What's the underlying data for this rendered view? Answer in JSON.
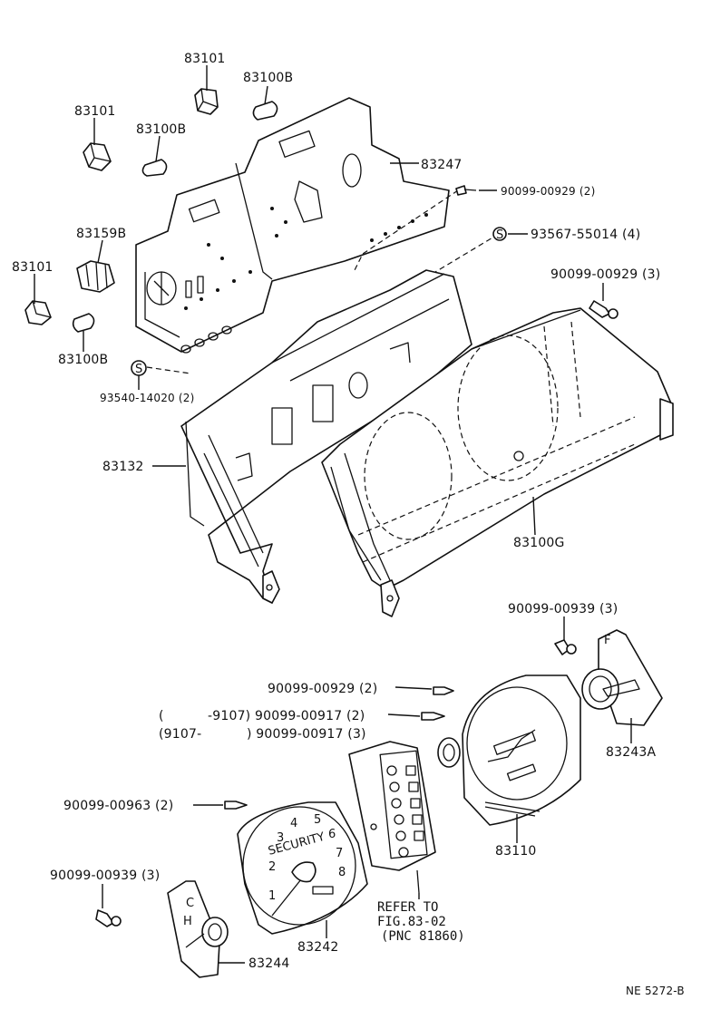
{
  "diagram": {
    "code": "NE 5272-B",
    "parts": {
      "p83101_a": "83101",
      "p83100b_a": "83100B",
      "p83101_b": "83101",
      "p83100b_b": "83100B",
      "p83247": "83247",
      "p90099_00929_2_top": "90099-00929 (2)",
      "p93567": "93567-55014 (4)",
      "p83159b": "83159B",
      "p83101_c": "83101",
      "p90099_00929_3": "90099-00929 (3)",
      "p83100b_c": "83100B",
      "p93540": "93540-14020 (2)",
      "p83132": "83132",
      "p83100g": "83100G",
      "p90099_00939_3_right": "90099-00939 (3)",
      "p90099_00929_2_mid": "90099-00929 (2)",
      "p_range1_paren_open": "(",
      "p_range1": "-9107) 90099-00917 (2)",
      "p_range2_start": "(9107-",
      "p_range2": ") 90099-00917 (3)",
      "p83243a": "83243A",
      "p90099_00963": "90099-00963 (2)",
      "p83110": "83110",
      "p90099_00939_3_left": "90099-00939 (3)",
      "p83242": "83242",
      "p83244": "83244",
      "refer_line1": "REFER TO",
      "refer_line2": "FIG.83-02",
      "refer_line3": "(PNC 81860)",
      "gauge_word": "SECURITY",
      "screw_s": "S"
    }
  }
}
